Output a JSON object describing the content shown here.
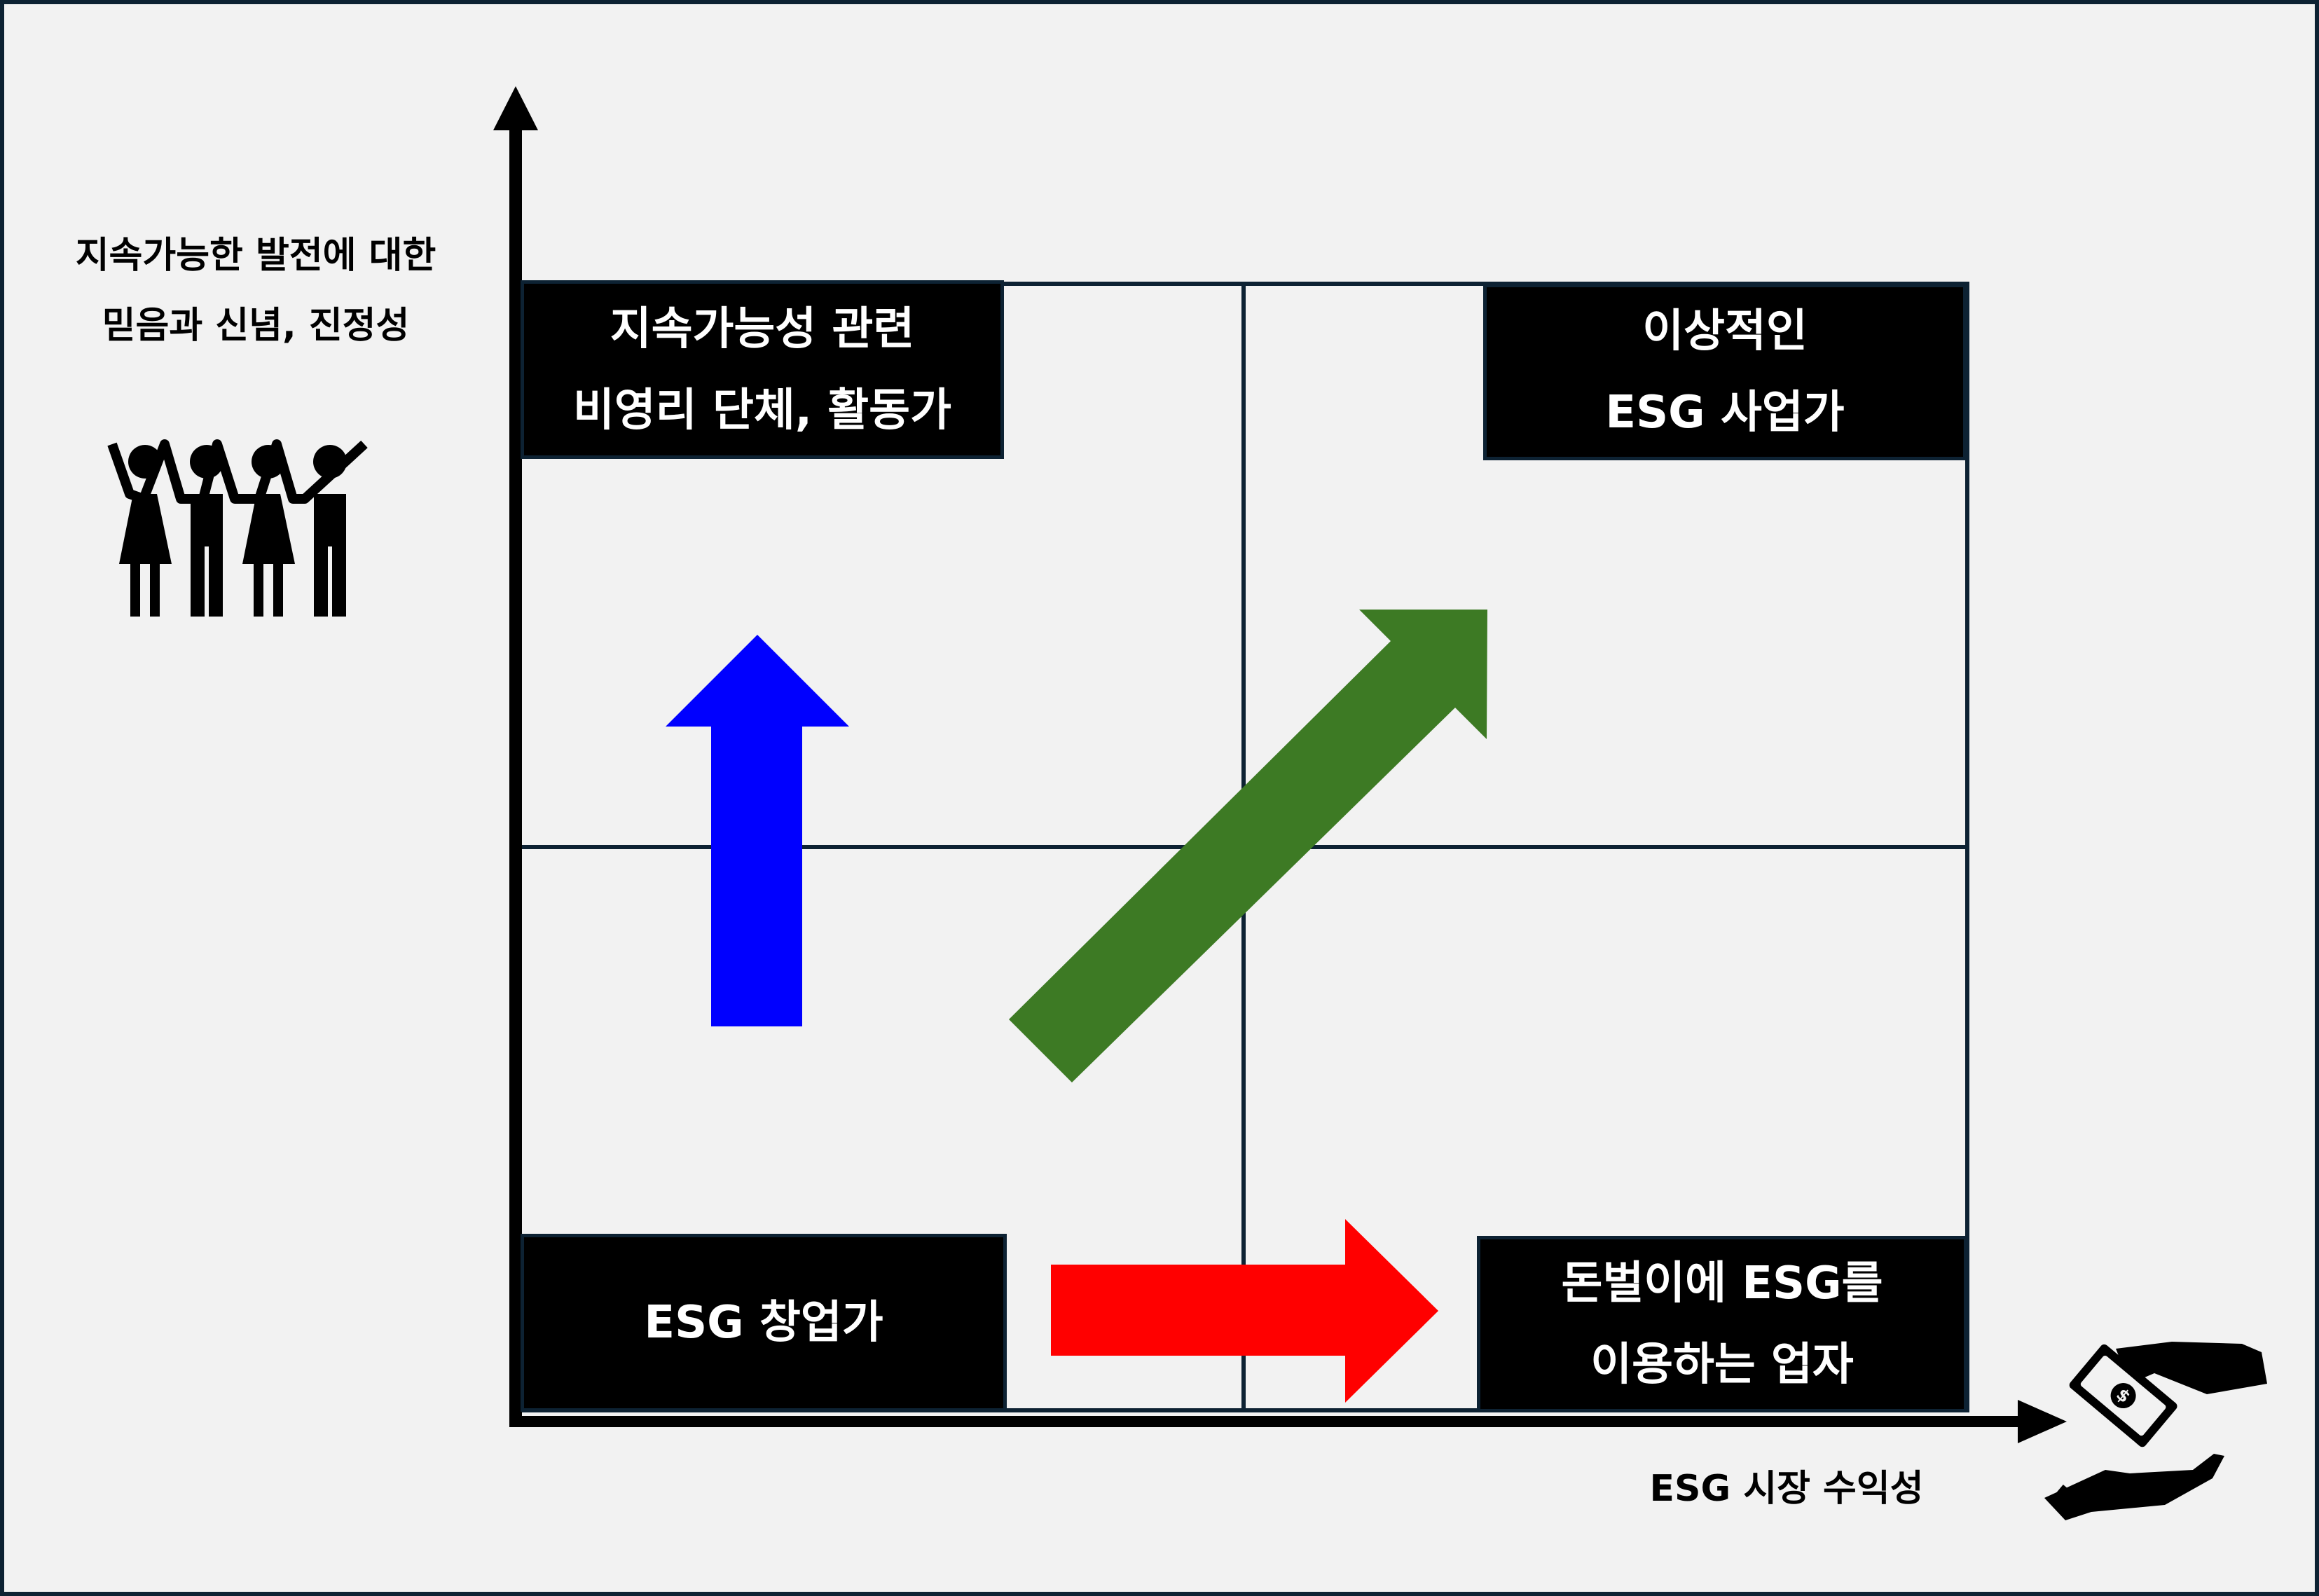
{
  "y_axis": {
    "label_line1": "지속가능한 발전에 대한",
    "label_line2": "믿음과 신념, 진정성",
    "icon": "people-group-icon"
  },
  "x_axis": {
    "label": "ESG 시장 수익성",
    "icon": "money-exchange-hands-icon"
  },
  "quadrants": {
    "top_left": {
      "line1": "지속가능성 관련",
      "line2": "비영리 단체, 활동가"
    },
    "top_right": {
      "line1": "이상적인",
      "line2": "ESG 사업가"
    },
    "bottom_left": {
      "line1": "ESG 창업가"
    },
    "bottom_right": {
      "line1": "돈벌이에 ESG를",
      "line2": "이용하는 업자"
    }
  },
  "arrows": [
    {
      "name": "up-arrow",
      "color": "#0000ff",
      "direction": "up"
    },
    {
      "name": "diagonal-arrow",
      "color": "#3d7a24",
      "direction": "up-right"
    },
    {
      "name": "right-arrow",
      "color": "#ff0000",
      "direction": "right"
    }
  ],
  "colors": {
    "background": "#f2f2f2",
    "box_fill": "#000000",
    "box_text": "#ffffff",
    "grid_line": "#0d2233"
  }
}
